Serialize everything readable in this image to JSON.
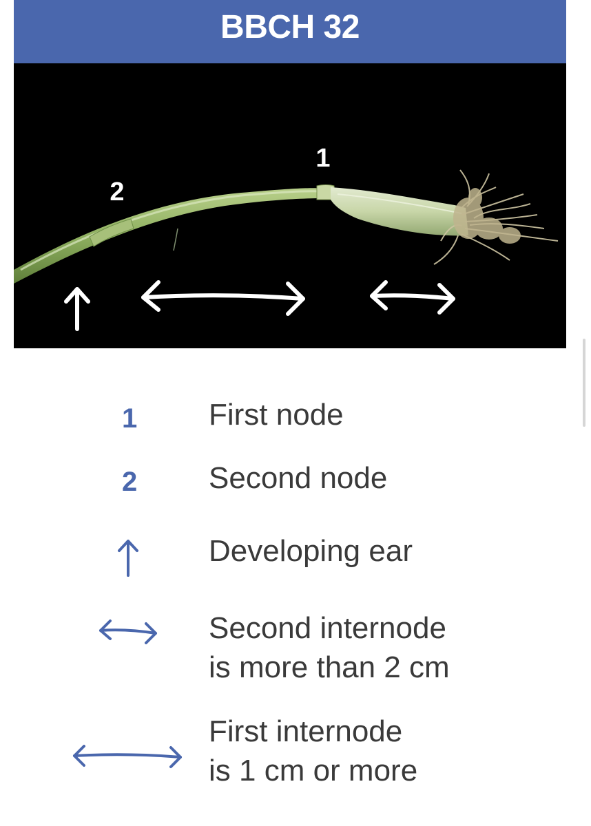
{
  "header": {
    "title": "BBCH 32"
  },
  "photo": {
    "node_label_1": "1",
    "node_label_2": "2"
  },
  "legend": {
    "items": [
      {
        "key": "1",
        "icon": null,
        "lines": [
          "First node"
        ]
      },
      {
        "key": "2",
        "icon": null,
        "lines": [
          "Second node"
        ]
      },
      {
        "key": null,
        "icon": "arrow-up-icon",
        "lines": [
          "Developing ear"
        ]
      },
      {
        "key": null,
        "icon": "short-double-arrow-icon",
        "lines": [
          "Second internode",
          "is more than 2 cm"
        ]
      },
      {
        "key": null,
        "icon": "long-double-arrow-icon",
        "lines": [
          "First internode",
          "is 1 cm or more"
        ]
      }
    ]
  },
  "colors": {
    "header_bg": "#4a67ad",
    "accent": "#4a67ad",
    "text": "#3a3a3a",
    "photo_bg": "#000000"
  }
}
